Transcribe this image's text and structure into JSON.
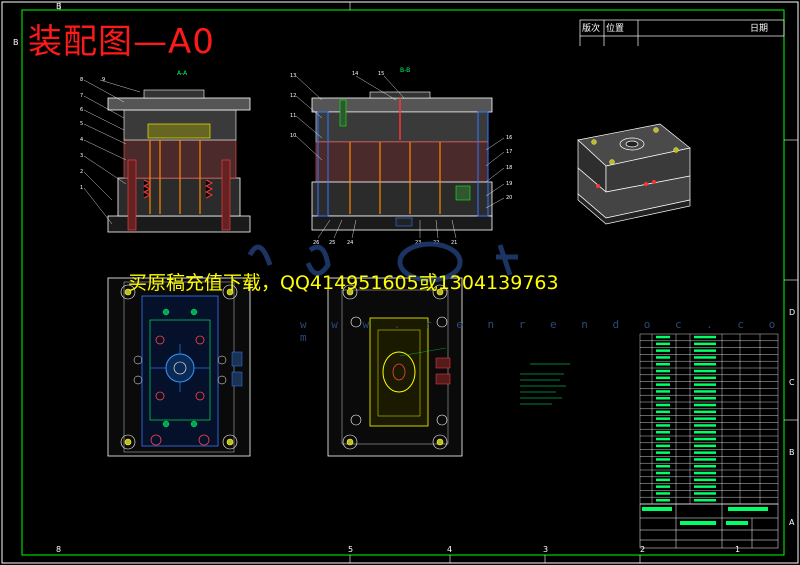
{
  "title": "装配图—A0",
  "overlay_text": "买原稿充值下载，QQ414951605或1304139763",
  "watermark_url": "w w w . r e n r e n d o c . c o m",
  "revision_header": {
    "col1": "版次",
    "col2": "位置",
    "col3": "日期"
  },
  "section_labels": {
    "left": "A-A",
    "mid": "B-B"
  },
  "zone_letters_top": [
    "B"
  ],
  "zone_letters_left": [
    "B"
  ],
  "zone_letters_right": [
    "D",
    "C",
    "B",
    "A"
  ],
  "zone_numbers_bottom": [
    "8",
    "5",
    "4",
    "3",
    "2",
    "1"
  ]
}
